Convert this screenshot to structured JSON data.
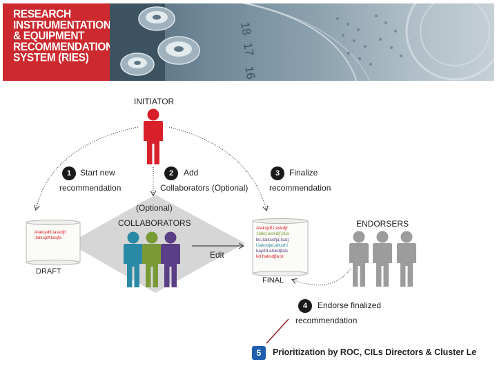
{
  "banner": {
    "title_lines": [
      "RESEARCH",
      "INSTRUMENTATION",
      "& EQUIPMENT",
      "RECOMMENDATION",
      "SYSTEM (RIES)"
    ],
    "brand_color": "#cc2a2f",
    "photo_numbers": [
      "18",
      "17",
      "16"
    ]
  },
  "initiator": {
    "label": "INITIATOR",
    "color": "#d9202a"
  },
  "steps": [
    {
      "number": "1",
      "line1": "Start new",
      "line2": "recommendation"
    },
    {
      "number": "2",
      "line1": "Add",
      "line2": "Collaborators (Optional)"
    },
    {
      "number": "3",
      "line1": "Finalize",
      "line2": "recommendation"
    },
    {
      "number": "4",
      "line1": "Endorse finalized",
      "line2": "recommendation"
    }
  ],
  "collaborators": {
    "optional_label": "(Optional)",
    "label": "COLLABORATORS",
    "edit_label": "Edit",
    "colors": [
      "#2a8aa6",
      "#7a9a36",
      "#5a3f86"
    ]
  },
  "draft": {
    "label": "DRAFT",
    "lines": [
      "Alaksjdfl,laskdjf",
      ";lalksjdf;lasjfa"
    ]
  },
  "final": {
    "label": "FINAL",
    "lines": [
      {
        "text": "Alaksjdf,l;askdjf",
        "color": "#d9202a"
      },
      {
        "text": ";lalks;alskdjf;dlja",
        "color": "#7a9a36"
      },
      {
        "text": "lks;lalksdfja;lsalj",
        "color": "#5a3f86"
      },
      {
        "text": "l;laksdjal;alksd;l",
        "color": "#2a8aa6"
      },
      {
        "text": "kajsfd;alskdjfals",
        "color": "#5a3f86"
      },
      {
        "text": "kd;flaksdjfa;sl",
        "color": "#d9202a"
      }
    ]
  },
  "endorsers": {
    "label": "ENDORSERS",
    "color": "#9c9c9c"
  },
  "step5": {
    "number": "5",
    "text": "Prioritization by ROC, CILs Directors & Cluster Le"
  }
}
